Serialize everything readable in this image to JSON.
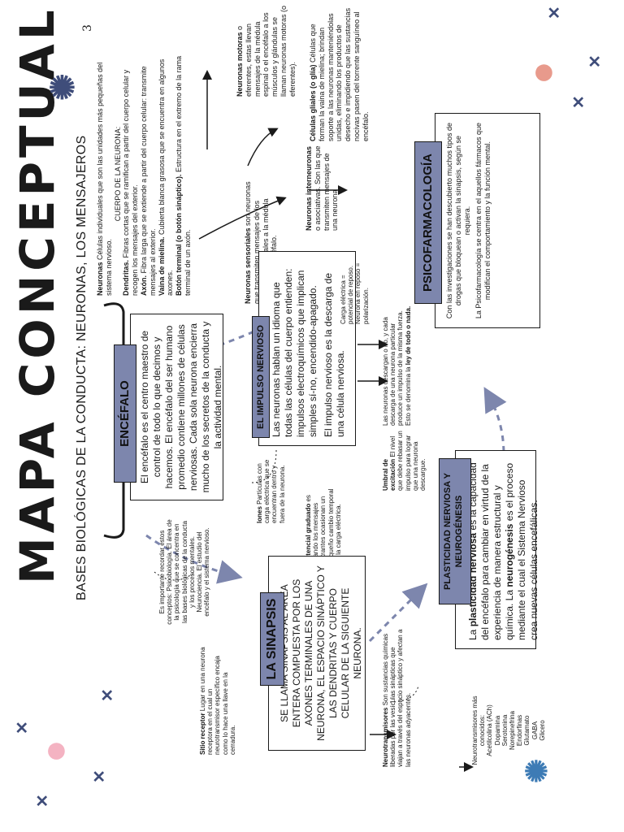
{
  "page_number": "3",
  "title": "MAPA CONCEPTUAL",
  "subtitle": "BASES BIOLÓGICAS DE LA CONDUCTA: NEURONAS, LOS MENSAJEROS",
  "encefalo": {
    "label": "ENCÉFALO",
    "text": "El encéfalo es el centro maestro de control de todo lo que decimos y hacemos. El encéfalo del ser humano promedio contiene millones de células nerviosas. Cada sola neurona encierra mucho de los secretos de la conducta y la actividad mental."
  },
  "note_psicobiologia": "Es importante recordar estos conceptos: Psicobiología. El área de la psicología que se concentra en las bases biológicas de la conducta y los procesos mentales. Neurociencia. El estudio del encéfalo y el sistema nervioso.",
  "neurona": {
    "intro_label": "Neuronas",
    "intro": "Células individuales que son las unidades más pequeñas del sistema nervioso.",
    "cuerpo": "CUERPO DE LA NEURONA:",
    "dendritas_label": "Dendritas.",
    "dendritas": "Fibras cortas que se ramifican a partir del cuerpo celular y recogen los mensajes del exterior.",
    "axon_label": "Axón.",
    "axon": "Fibra larga que se extiende a partir del cuerpo celular: transmite mensajes al exterior.",
    "mielina_label": "Vaina de mielina.",
    "mielina": "Cubierta blanca grasosa que se encuentra en algunos axones.",
    "boton_label": "Botón terminal (o botón sináptico).",
    "boton": "Estructura en el extremo de la rama terminal de un axón."
  },
  "neuronas_motoras": {
    "label": "Neuronas motoras",
    "text": "o eferentes, estas llevan mensajes de la médula espinal o el encéfalo a los músculos y glándulas se llaman neuronas motoras (o eferentes)."
  },
  "neuronas_sensoriales": {
    "label": "Neuronas sensoriales",
    "text": "son neuronas que transmiten mensajes de los órganos sensoriales a la médula espinal o el encéfalo."
  },
  "interneuronas": {
    "label": "Neuronas interneuronas",
    "text": "o asociativas. Son las que transmiten mensajes de una neurona"
  },
  "glia": {
    "label": "Células gliales (o glía)",
    "text": "Células que forman la vaina de mielina; brindan soporte a las neuronas manteniéndolas unidas, eliminando los productos de desecho e impidiendo que las sustancias nocivas pasen del torrente sanguíneo al encéfalo."
  },
  "impulso": {
    "label": "EL IMPULSO NERVIOSO",
    "text1": "Las neuronas hablan un idioma que todas las células del cuerpo entienden: impulsos electroquímicos que implican simples sí-no, encendido-apagado.",
    "text2": "El impulso nervioso es la descarga de una célula nerviosa."
  },
  "carga_electrica": "Carga eléctrica = potencial de reposo. Neurona en reposo = polarización.",
  "umbral": {
    "label": "Umbral de excitación",
    "text": "El nivel que debe rebasar un impulso para lograr que una neurona descargue."
  },
  "ley_todo_nada": {
    "text": "Las neuronas descargan o no, y cada descarga de una neurona particular produce un impulso de la misma fuerza. Esto se denomina la",
    "label": "ley de todo o nada."
  },
  "iones": {
    "label": "Iones",
    "text": "Partículas con carga eléctrica que se encuentran dentro y fuera de la neurona."
  },
  "potencial_graduado": {
    "label": "Potencial graduado",
    "text": "es cuando los mensajes entrantes ocasionan un pequeño cambio temporal en la carga eléctrica."
  },
  "psicofarmacologia": {
    "label": "PSICOFARMACOLOGÍA",
    "text1": "Con las investigaciones se han descubierto muchos tipos de drogas que bloquean o activan la sinapsis, según se requiera.",
    "text2": "La Psicofarmacología se centra en el aquellos fármacos que modifican el comportamiento y la función mental."
  },
  "plasticidad": {
    "label": "PLASTICIDAD NERVIOSA Y NEUROGÉNESIS",
    "text1": "La",
    "kw1": "plasticidad nerviosa",
    "text2": "es la capacidad del encéfalo para cambiar en virtud de la experiencia de manera estructural y química. La",
    "kw2": "neurogénesis",
    "text3": "es el proceso mediante el cual el Sistema Nervioso crea nuevas células encefálicas."
  },
  "sinapsis": {
    "label": "LA SINAPSIS",
    "text": "SE LLAMA SINAPSIS AL ÁREA ENTERA COMPUESTA POR LOS AXONES TERMINALES DE UNA NEURONA, EL ESPACIO SINÁPTICO Y LAS DENDRITAS Y CUERPO CELULAR DE LA SIGUIENTE NEURONA."
  },
  "sitio_receptor": {
    "label": "Sitio receptor",
    "text": "Lugar en una neurona receptora en el cual un neurotransmisor específico encaja como lo hace una llave en la cerradura."
  },
  "neurotransmisores": {
    "label": "Neurotransmisores",
    "text": "Son sustancias químicas liberadas por las vesículas sinápticas que viajan a través del espacio sináptico y afectan a las neuronas adyacentes."
  },
  "nt_list": {
    "title": "Neurotransmisores más conocidos:",
    "items": [
      "Acetilcolina (ACh)",
      "Dopamina",
      "Serotonina",
      "Norepinefrina",
      "Endorfinas",
      "Glutamato",
      "GABA",
      "Glicero"
    ]
  },
  "colors": {
    "tag": "#7d86ad",
    "deco": "#3f4d7a",
    "dashed_arrow": "#7d86ad"
  }
}
